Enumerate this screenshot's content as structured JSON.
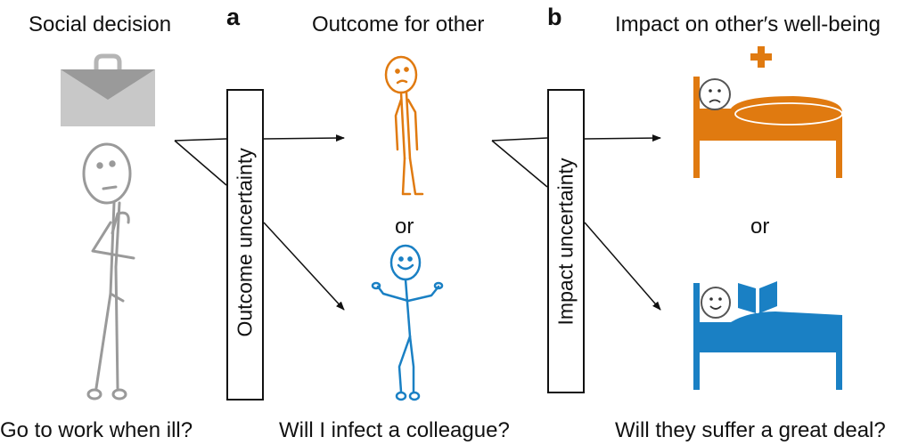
{
  "titles": {
    "social_decision": "Social decision",
    "outcome_for_other": "Outcome for other",
    "impact_on_wellbeing": "Impact on other′s well-being"
  },
  "panels": {
    "a": "a",
    "b": "b"
  },
  "boxes": {
    "outcome_uncertainty": "Outcome uncertainty",
    "impact_uncertainty": "Impact uncertainty"
  },
  "or_labels": {
    "outcome": "or",
    "impact": "or"
  },
  "questions": {
    "work_when_ill": "Go to work when ill?",
    "infect_colleague": "Will I infect a colleague?",
    "suffer_great_deal": "Will they suffer a great deal?"
  },
  "colors": {
    "gray": "#9a9a9a",
    "orange": "#e07a10",
    "blue": "#1a80c4",
    "black": "#111111"
  }
}
